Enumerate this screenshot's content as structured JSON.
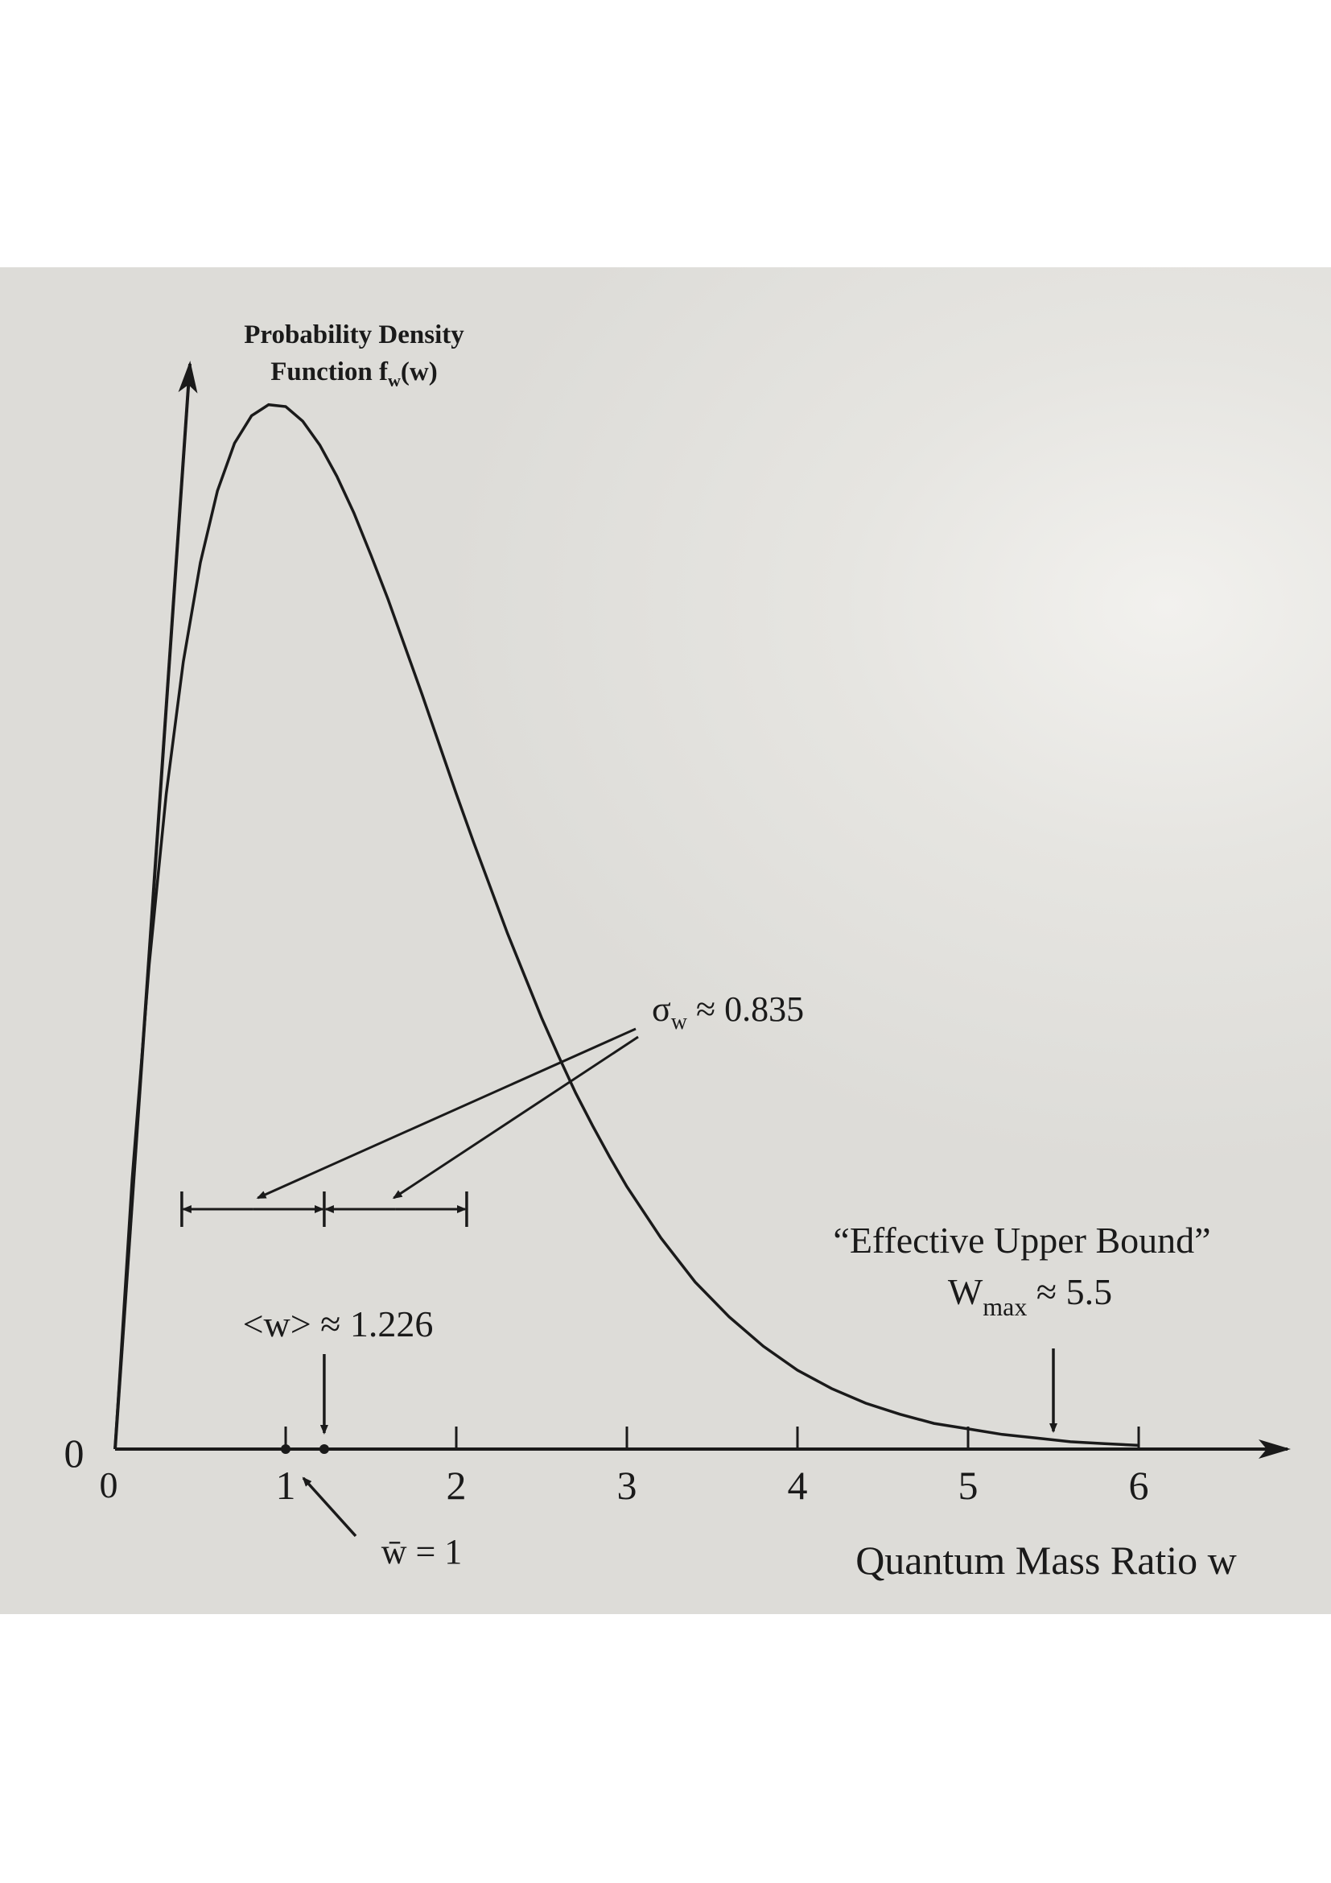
{
  "chart_data": {
    "type": "line",
    "ylabel_line1": "Probability Density",
    "ylabel_line2_prefix": "Function f",
    "ylabel_line2_sub": "w",
    "ylabel_line2_suffix": "(w)",
    "xlabel": "Quantum Mass Ratio w",
    "xlim": [
      0,
      6.7
    ],
    "ylim": [
      0,
      0.65
    ],
    "origin_label_x": "0",
    "origin_label_y": "0",
    "xticks": [
      {
        "value": 1,
        "label": "1"
      },
      {
        "value": 2,
        "label": "2"
      },
      {
        "value": 3,
        "label": "3"
      },
      {
        "value": 4,
        "label": "4"
      },
      {
        "value": 5,
        "label": "5"
      },
      {
        "value": 6,
        "label": "6"
      }
    ],
    "series": [
      {
        "x": [
          0,
          0.1,
          0.2,
          0.3,
          0.4,
          0.5,
          0.6,
          0.7,
          0.8,
          0.9,
          1.0,
          1.1,
          1.2,
          1.3,
          1.4,
          1.5,
          1.6,
          1.7,
          1.8,
          1.9,
          2.0,
          2.1,
          2.2,
          2.3,
          2.4,
          2.5,
          2.6,
          2.7,
          2.8,
          2.9,
          3.0,
          3.2,
          3.4,
          3.6,
          3.8,
          4.0,
          4.2,
          4.4,
          4.6,
          4.8,
          5.0,
          5.2,
          5.4,
          5.6,
          5.8,
          6.0
        ],
        "y": [
          0.0,
          0.147,
          0.264,
          0.357,
          0.429,
          0.483,
          0.522,
          0.548,
          0.563,
          0.569,
          0.568,
          0.56,
          0.547,
          0.53,
          0.51,
          0.487,
          0.463,
          0.437,
          0.411,
          0.384,
          0.357,
          0.331,
          0.306,
          0.281,
          0.258,
          0.235,
          0.214,
          0.194,
          0.176,
          0.159,
          0.143,
          0.115,
          0.091,
          0.072,
          0.056,
          0.043,
          0.033,
          0.025,
          0.019,
          0.014,
          0.011,
          0.008,
          0.006,
          0.004,
          0.003,
          0.002
        ]
      }
    ],
    "points": [
      {
        "x": 1.0,
        "label": "w̄ = 1"
      },
      {
        "x": 1.226
      }
    ],
    "sigma": {
      "center": 1.226,
      "value": 0.835
    },
    "annotations": {
      "sigma_prefix": "σ",
      "sigma_sub": "w",
      "sigma_suffix": " ≈ 0.835",
      "mean_text": "<w> ≈ 1.226",
      "wbar_text": "w̄ = 1",
      "effective_bound_quote": "“Effective Upper Bound”",
      "wmax_prefix": "W",
      "wmax_sub": "max",
      "wmax_suffix": " ≈ 5.5",
      "wmax_value": 5.5
    },
    "grid": false,
    "legend": "none",
    "colors": {
      "line": "#1a1a1a",
      "background": "#e3e2de"
    }
  }
}
